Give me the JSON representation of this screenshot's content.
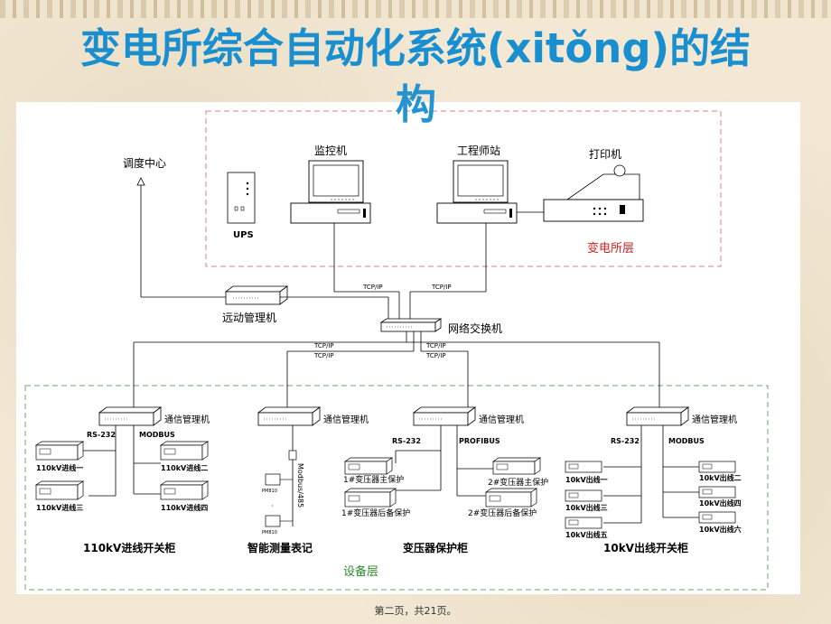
{
  "title": {
    "line1": "变电所综合自动化系统(xitǒng)的结",
    "line2": "构"
  },
  "station_layer": {
    "label": "变电所层",
    "dispatch": "调度中心",
    "ups": "UPS",
    "monitor": "监控机",
    "engineer": "工程师站",
    "printer": "打印机",
    "telecontrol": "远动管理机",
    "switch": "网络交换机",
    "tcpip": "TCP/IP"
  },
  "device_layer": {
    "label": "设备层",
    "comm_manager": "通信管理机",
    "rs232": "RS-232",
    "modbus": "MODBUS",
    "profibus": "PROFIBUS",
    "modbus485": "Modbus/485",
    "groups": {
      "g110": {
        "caption": "110kV进线开关柜",
        "items": [
          "110kV进线一",
          "110kV进线二",
          "110kV进线三",
          "110kV进线四"
        ]
      },
      "meter": {
        "caption": "智能测量表记",
        "items": [
          "PM810",
          "PM810"
        ]
      },
      "transformer": {
        "caption": "变压器保护柜",
        "items": [
          "1#变压器主保护",
          "2#变压器主保护",
          "1#变压器后备保护",
          "2#变压器后备保护"
        ]
      },
      "g10": {
        "caption": "10kV出线开关柜",
        "items": [
          "10kV出线一",
          "10kV出线二",
          "10kV出线三",
          "10kV出线四",
          "10kV出线五",
          "10kV出线六"
        ]
      }
    }
  },
  "footer": "第二页，共21页。",
  "colors": {
    "title": "#1a8fd0",
    "dashed_border": "#e08080",
    "device_border": "#6aa86a",
    "layer_label": "#cc2222",
    "device_label": "#2b8a2b"
  }
}
